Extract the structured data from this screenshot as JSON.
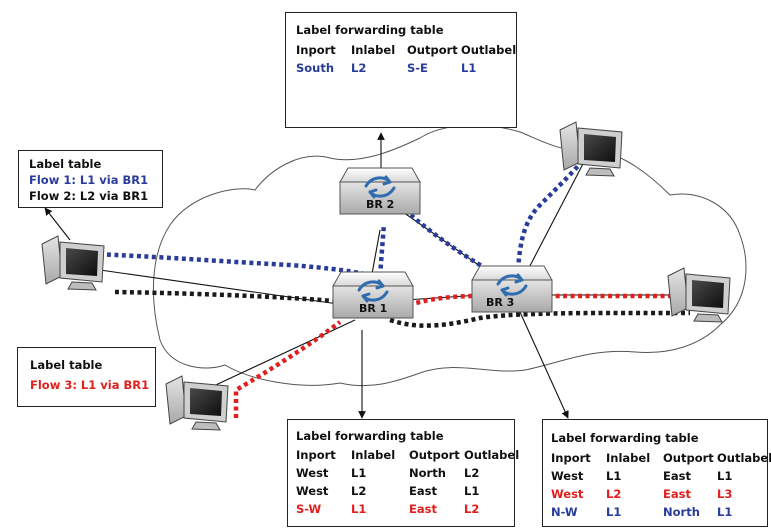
{
  "colors": {
    "flow1": "#2a3c9a",
    "flow2": "#1a1a1a",
    "flow3": "#e0201f",
    "cloud": "#555555",
    "router_icon": "#2f6db0"
  },
  "routers": {
    "br1": "BR 1",
    "br2": "BR 2",
    "br3": "BR 3"
  },
  "label_table_left": {
    "title": "Label table",
    "flow1": "Flow 1:  L1 via BR1",
    "flow2": "Flow 2:  L2 via BR1"
  },
  "label_table_left_bottom": {
    "title": "Label table",
    "flow3": "Flow 3:  L1 via BR1"
  },
  "lft_top": {
    "title": "Label forwarding table",
    "headers": [
      "Inport",
      "Inlabel",
      "Outport",
      "Outlabel"
    ],
    "rows": [
      {
        "cells": [
          "South",
          "L2",
          "S-E",
          "L1"
        ],
        "color": "blue"
      }
    ]
  },
  "lft_br1": {
    "title": "Label forwarding table",
    "headers": [
      "Inport",
      "Inlabel",
      "Outport",
      "Outlabel"
    ],
    "rows": [
      {
        "cells": [
          "West",
          "L1",
          "North",
          "L2"
        ],
        "color": "black"
      },
      {
        "cells": [
          "West",
          "L2",
          "East",
          "L1"
        ],
        "color": "black"
      },
      {
        "cells": [
          "S-W",
          "L1",
          "East",
          "L2"
        ],
        "color": "red"
      }
    ]
  },
  "lft_br3": {
    "title": "Label forwarding table",
    "headers": [
      "Inport",
      "Inlabel",
      "Outport",
      "Outlabel"
    ],
    "rows": [
      {
        "cells": [
          "West",
          "L1",
          "East",
          "L1"
        ],
        "color": "black"
      },
      {
        "cells": [
          "West",
          "L2",
          "East",
          "L3"
        ],
        "color": "red"
      },
      {
        "cells": [
          "N-W",
          "L1",
          "North",
          "L1"
        ],
        "color": "blue"
      }
    ]
  }
}
